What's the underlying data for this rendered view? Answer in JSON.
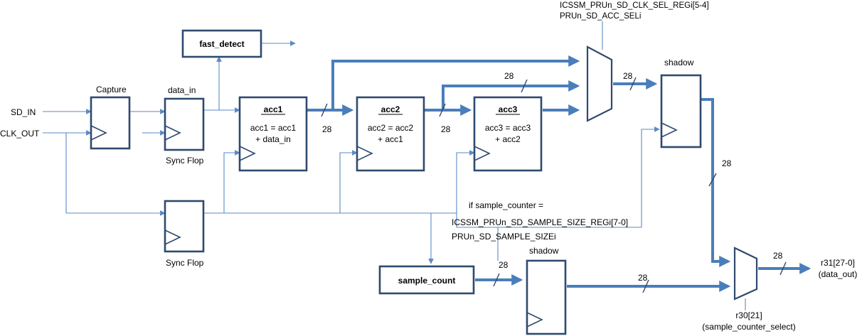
{
  "colors": {
    "box_stroke": "#2f4a6e",
    "bus": "#4a7ebb",
    "wire": "#5a8ac6"
  },
  "inputs": {
    "sd_in": "SD_IN",
    "clk_out": "CLK_OUT"
  },
  "blocks": {
    "capture": "Capture",
    "data_in": "data_in",
    "fast_detect": "fast_detect",
    "sync_flop_1": "Sync Flop",
    "sync_flop_2": "Sync Flop",
    "acc1": {
      "title": "acc1",
      "line1": "acc1 = acc1",
      "line2": "+ data_in"
    },
    "acc2": {
      "title": "acc2",
      "line1": "acc2 = acc2",
      "line2": "+ acc1"
    },
    "acc3": {
      "title": "acc3",
      "line1": "acc3 = acc3",
      "line2": "+ acc2"
    },
    "shadow_top": "shadow",
    "shadow_bottom": "shadow",
    "sample_count": "sample_count"
  },
  "bus_width": "28",
  "mux_top_select": {
    "line1": "ICSSM_PRUn_SD_CLK_SEL_REGi[5-4]",
    "line2": "PRUn_SD_ACC_SELi"
  },
  "condition": {
    "line1": "if sample_counter =",
    "line2": "ICSSM_PRUn_SD_SAMPLE_SIZE_REGi[7-0]",
    "line3": "PRUn_SD_SAMPLE_SIZEi"
  },
  "output": {
    "reg": "r31[27-0]",
    "name": "(data_out)"
  },
  "mux_out_select": {
    "reg": "r30[21]",
    "name": "(sample_counter_select)"
  }
}
